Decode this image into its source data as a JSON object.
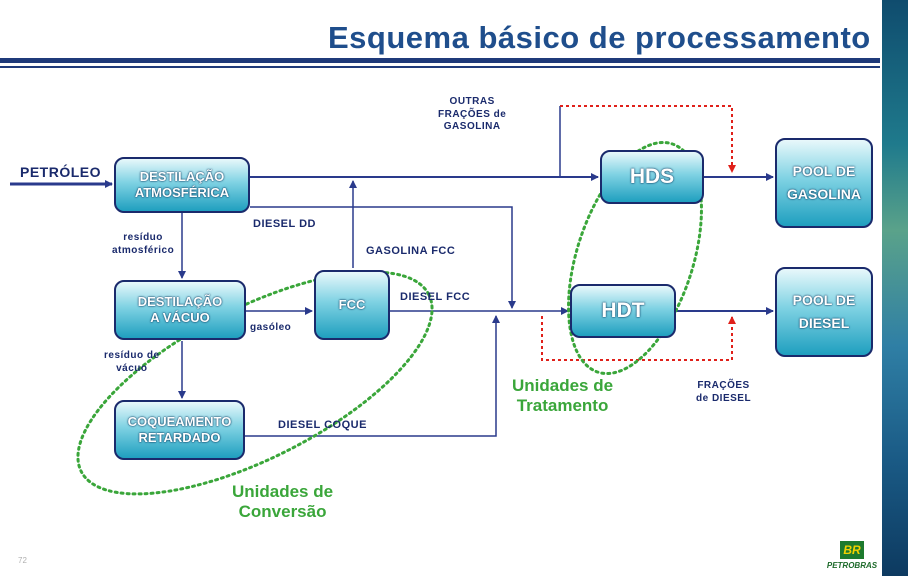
{
  "title": "Esquema  básico  de  processamento",
  "inputs": {
    "petroleo": "PETRÓLEO"
  },
  "units": {
    "destilacao_atm": [
      "DESTILAÇÃO",
      "ATMOSFÉRICA"
    ],
    "destilacao_vacuo": [
      "DESTILAÇÃO",
      "A VÁCUO"
    ],
    "fcc": "FCC",
    "coqueamento": [
      "COQUEAMENTO",
      "RETARDADO"
    ],
    "hds": "HDS",
    "hdt": "HDT",
    "pool_gasolina": [
      "POOL DE",
      "GASOLINA"
    ],
    "pool_diesel": [
      "POOL DE",
      "DIESEL"
    ]
  },
  "streams": {
    "diesel_dd": "DIESEL DD",
    "residuo_atm": [
      "resíduo",
      "atmosférico"
    ],
    "gasolina_fcc": "GASOLINA FCC",
    "diesel_fcc": "DIESEL FCC",
    "gasoleo": "gasóleo",
    "residuo_vacuo": [
      "resíduo de",
      "vácuo"
    ],
    "diesel_coque": "DIESEL COQUE",
    "outras_fracoes": [
      "OUTRAS",
      "FRAÇÕES de",
      "GASOLINA"
    ],
    "fracoes_diesel": [
      "FRAÇÕES",
      "de DIESEL"
    ]
  },
  "groups": {
    "tratamento": [
      "Unidades de",
      "Tratamento"
    ],
    "conversao": [
      "Unidades de",
      "Conversão"
    ]
  },
  "logo": {
    "mark": "BR",
    "name": "PETROBRAS"
  },
  "footer": {
    "page": "72"
  },
  "colors": {
    "title": "#1f4e8c",
    "line": "#2a3a8c",
    "box_border": "#1a2a6c",
    "group": "#3aa63a",
    "dotted_red": "#e0201a"
  }
}
